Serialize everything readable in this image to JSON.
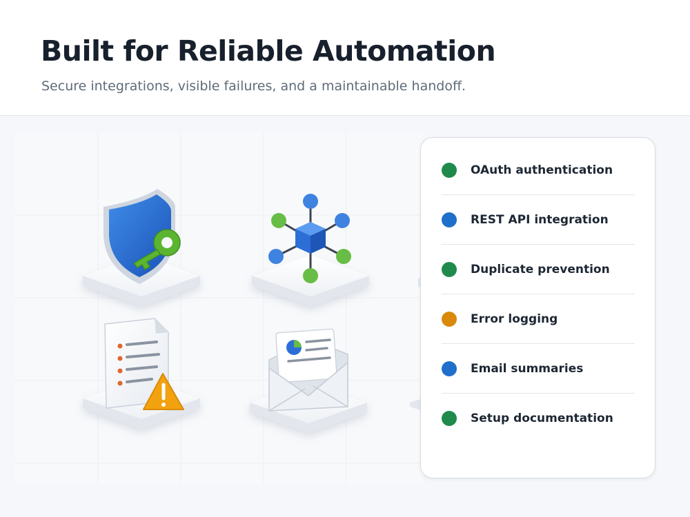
{
  "header": {
    "title": "Built for Reliable Automation",
    "subtitle": "Secure integrations, visible failures, and a maintainable handoff."
  },
  "illustration": {
    "icons": [
      "shield-key-icon",
      "network-hub-icon",
      "document-warning-icon",
      "email-report-icon"
    ]
  },
  "features": [
    {
      "label": "OAuth authentication",
      "color": "#1f8a4c"
    },
    {
      "label": "REST API integration",
      "color": "#1f6fcb"
    },
    {
      "label": "Duplicate prevention",
      "color": "#1f8a4c"
    },
    {
      "label": "Error logging",
      "color": "#d98a0b"
    },
    {
      "label": "Email summaries",
      "color": "#1f6fcb"
    },
    {
      "label": "Setup documentation",
      "color": "#1f8a4c"
    }
  ]
}
